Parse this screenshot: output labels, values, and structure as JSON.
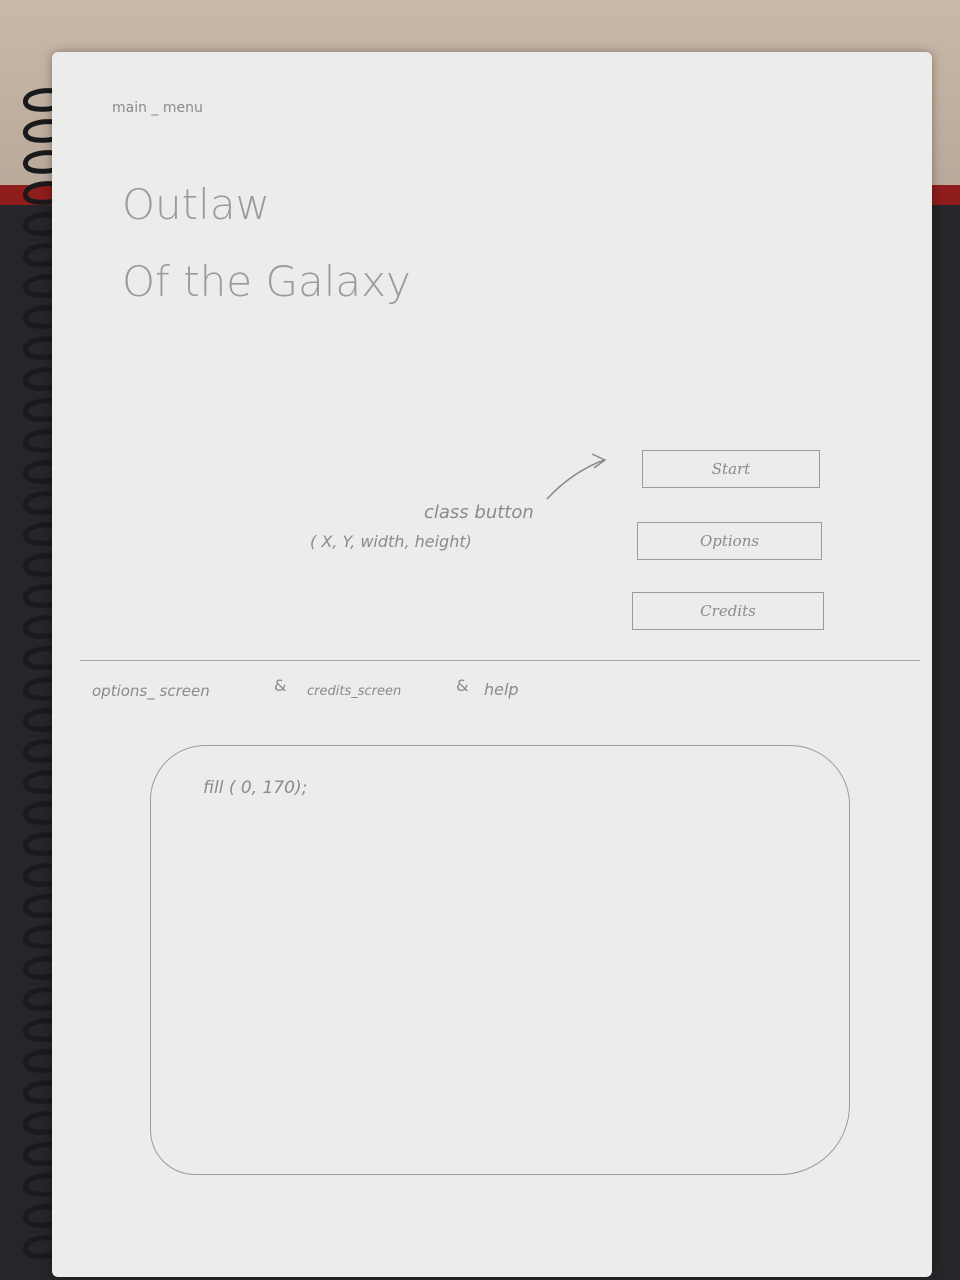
{
  "sections": {
    "main_menu_label": "main _ menu",
    "screens_label": "options_ screen",
    "amp1": "&",
    "credits_label": "credits_screen",
    "amp2": "&",
    "help_label": "help"
  },
  "title": {
    "line1": "Outlaw",
    "line2": "Of  the  Galaxy"
  },
  "annotation": {
    "class_label": "class button",
    "params": "( X, Y,  width, height)"
  },
  "buttons": {
    "start": "Start",
    "options": "Options",
    "credits": "Credits"
  },
  "panel": {
    "code": "fill ( 0, 170);"
  }
}
